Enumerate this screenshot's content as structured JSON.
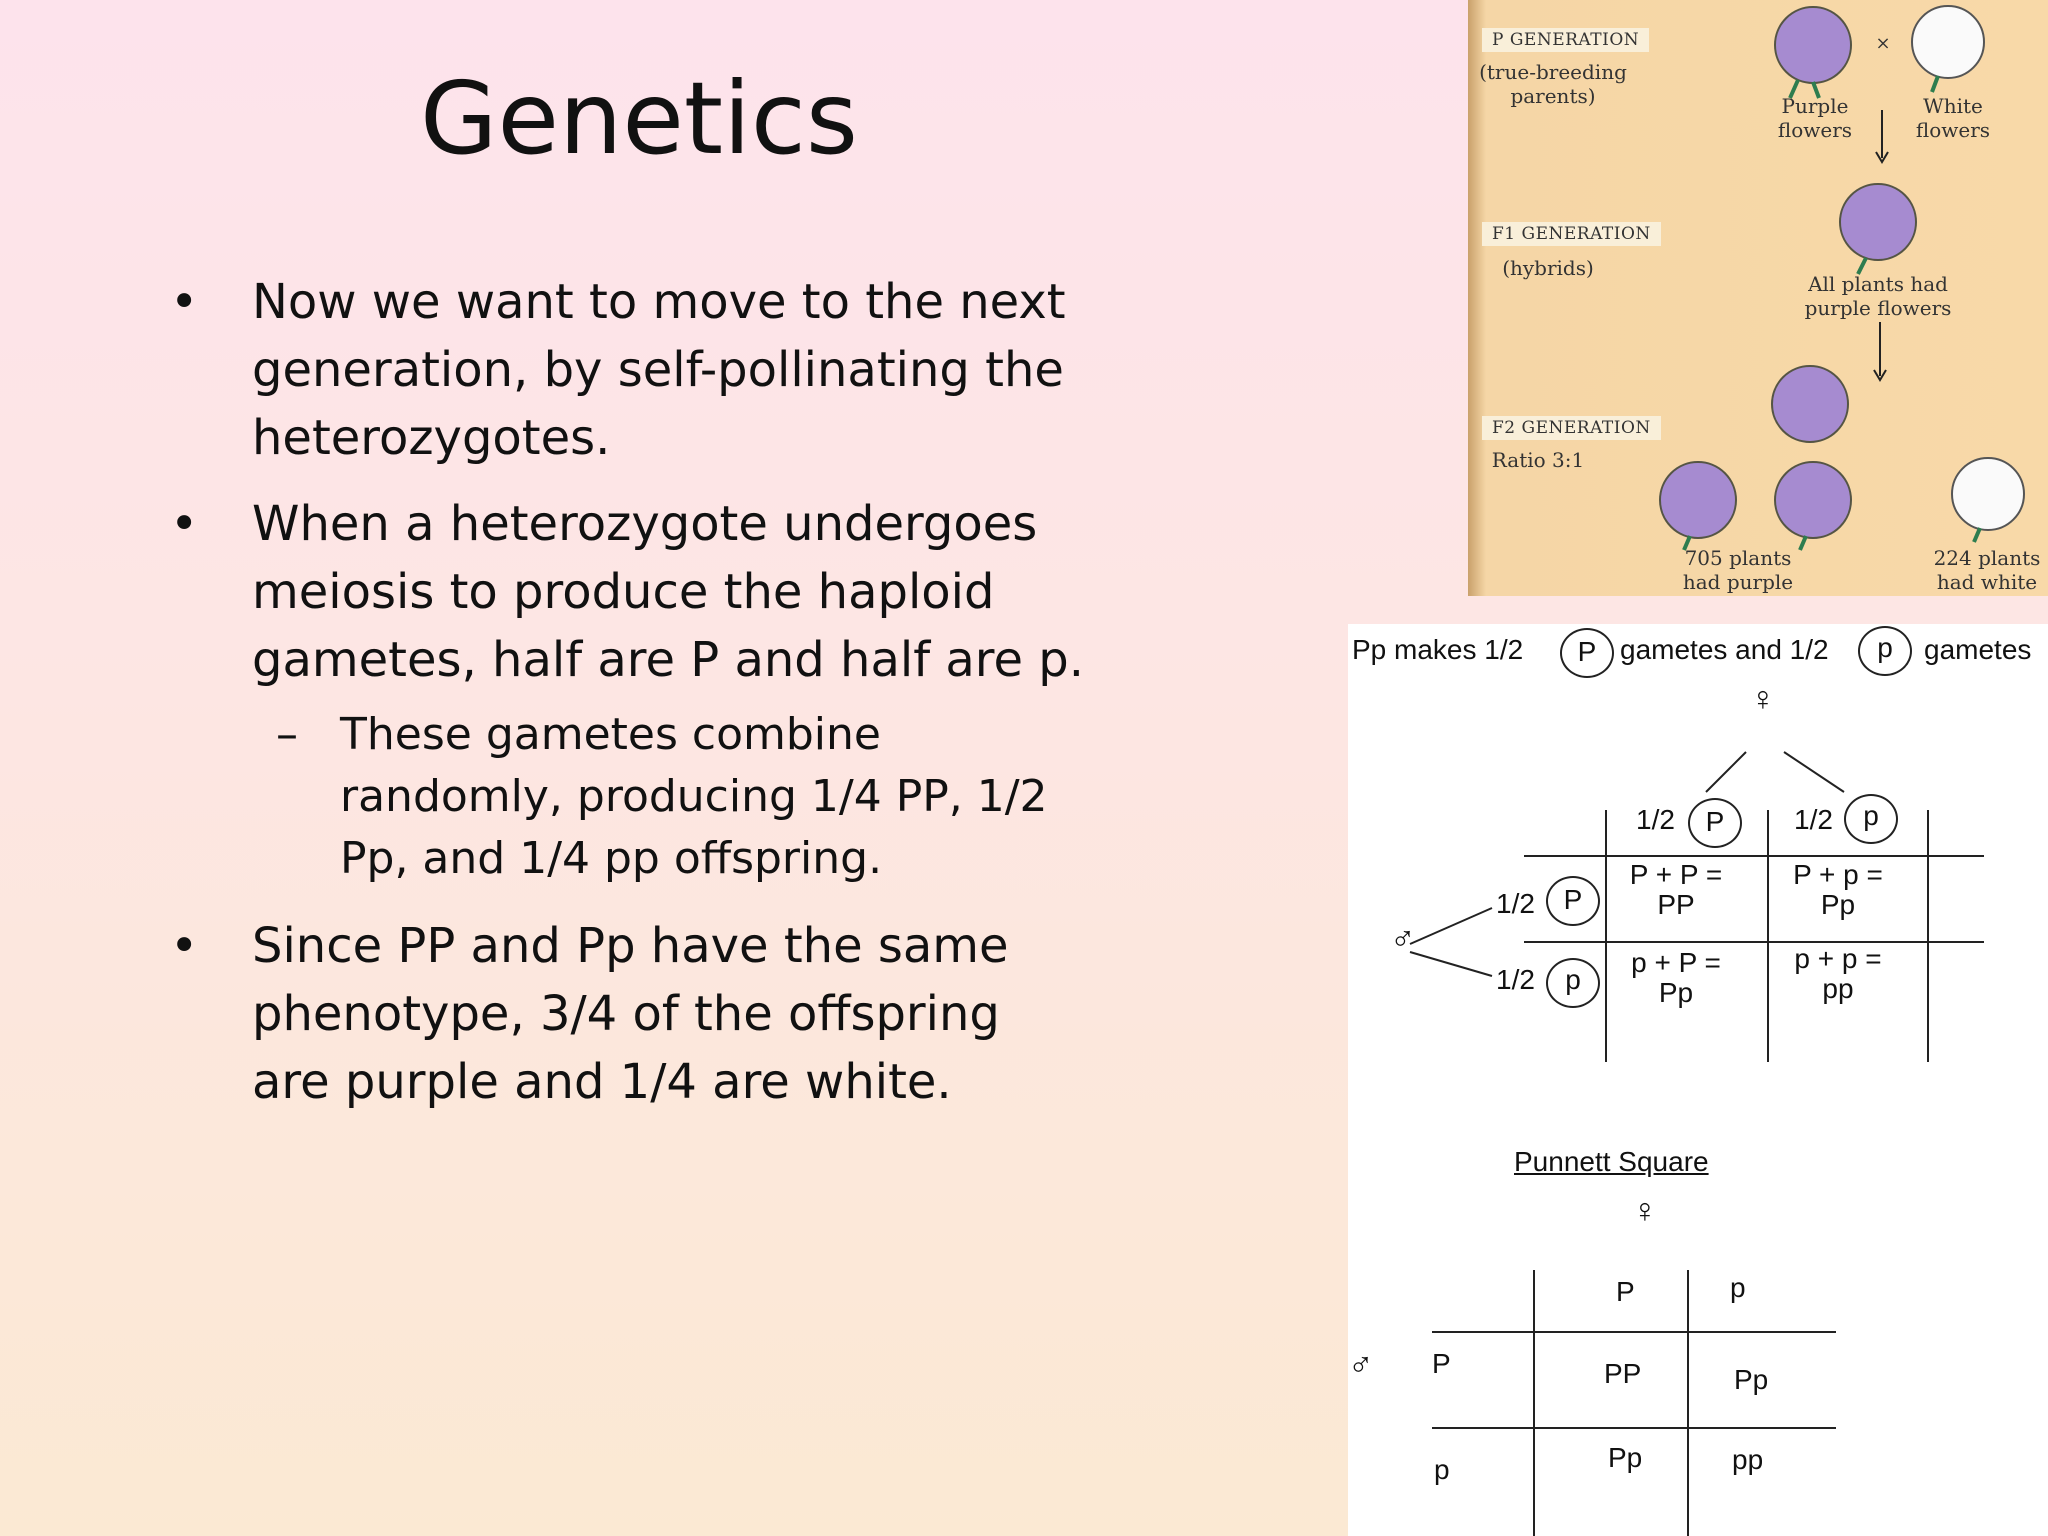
{
  "slide": {
    "title": "Genetics",
    "bullets": [
      {
        "text": "Now we want to move to the next generation, by self-pollinating the heterozygotes."
      },
      {
        "text": "When a heterozygote undergoes meiosis to produce the haploid gametes, half are P and half are p."
      },
      {
        "sub": "These gametes combine randomly, producing 1/4 PP, 1/2 Pp, and 1/4 pp offspring."
      },
      {
        "text": "Since PP and Pp have the same phenotype, 3/4 of the offspring are purple and 1/4 are white."
      }
    ],
    "bullet_char": "•",
    "dash_char": "–"
  },
  "figure": {
    "p_gen": "P GENERATION",
    "p_gen_sub": "(true-breeding parents)",
    "purple": "Purple flowers",
    "white": "White flowers",
    "cross": "×",
    "f1_gen": "F1 GENERATION",
    "f1_sub": "(hybrids)",
    "f1_text": "All plants had purple flowers",
    "f2_gen": "F2 GENERATION",
    "f2_sub": "Ratio 3:1",
    "f2_purple": "705 plants had purple",
    "f2_white": "224 plants had white"
  },
  "diagram": {
    "header_a": "Pp makes 1/2",
    "header_b": "gametes and 1/2",
    "header_c": "gametes",
    "allele_P": "P",
    "allele_p": "p",
    "half": "1/2",
    "female": "♀",
    "male": "♂",
    "cells": [
      "P + P = PP",
      "P + p = Pp",
      "p + P = Pp",
      "p + p = pp"
    ],
    "punnett_title": "Punnett Square",
    "punnett": {
      "cols": [
        "P",
        "p"
      ],
      "rows": [
        "P",
        "p"
      ],
      "cells": [
        "PP",
        "Pp",
        "Pp",
        "pp"
      ]
    }
  }
}
